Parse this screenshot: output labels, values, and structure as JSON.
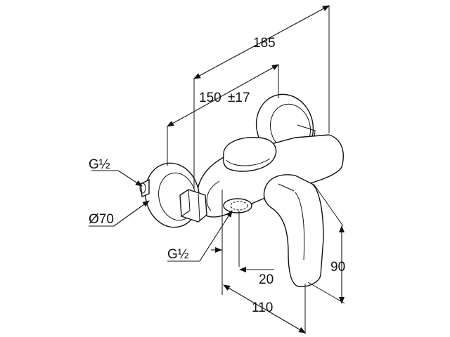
{
  "diagram": {
    "labels": {
      "overall_width": "185",
      "center_distance": "150",
      "center_tolerance": "±17",
      "inlet_thread": "G½",
      "rosette_diameter": "Ø70",
      "outlet_thread": "G½",
      "outlet_offset": "20",
      "projection": "110",
      "lever_height": "90"
    }
  }
}
